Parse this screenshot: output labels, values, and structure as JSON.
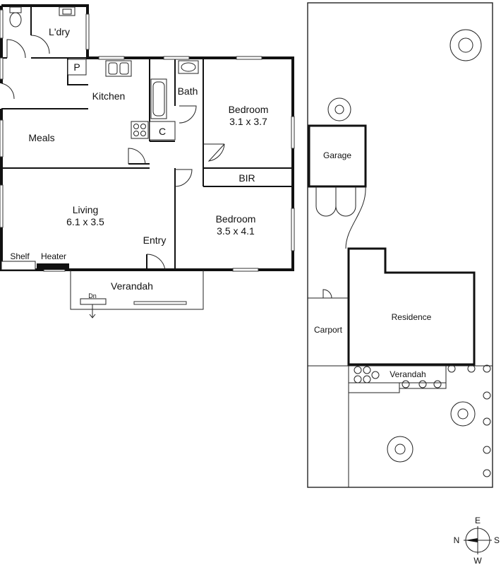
{
  "floorplan": {
    "rooms": {
      "laundry": "L'dry",
      "pantry": "P",
      "kitchen": "Kitchen",
      "bath": "Bath",
      "bedroom1": {
        "name": "Bedroom",
        "size": "3.1 x 3.7"
      },
      "meals": "Meals",
      "cupboard": "C",
      "bir": "BIR",
      "living": {
        "name": "Living",
        "size": "6.1 x 3.5"
      },
      "entry": "Entry",
      "bedroom2": {
        "name": "Bedroom",
        "size": "3.5 x 4.1"
      },
      "shelf": "Shelf",
      "heater": "Heater",
      "verandah": "Verandah",
      "down": "Dn"
    }
  },
  "siteplan": {
    "garage": "Garage",
    "carport": "Carport",
    "residence": "Residence",
    "verandah": "Verandah"
  },
  "compass": {
    "north": "N",
    "east": "E",
    "south": "S",
    "west": "W"
  }
}
